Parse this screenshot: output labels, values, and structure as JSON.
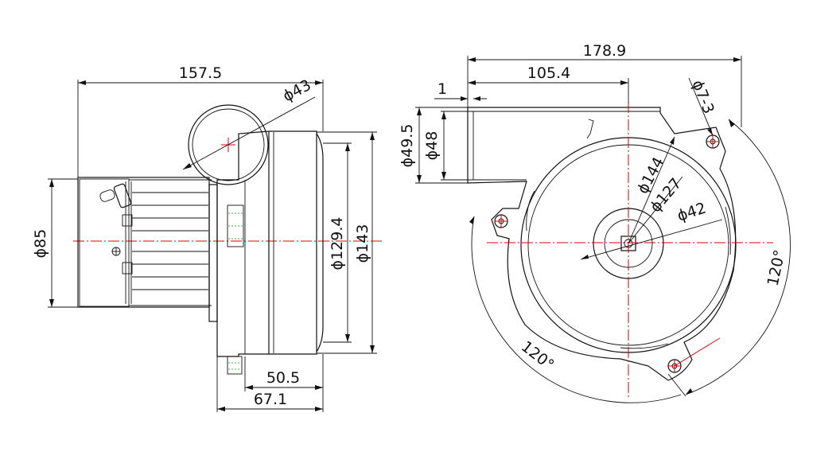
{
  "colors": {
    "lines": "#111111",
    "centerlines": "#e00000",
    "hidden": "#00a000",
    "background": "#ffffff"
  },
  "side_view": {
    "overall_length": "157.5",
    "outlet_diameter": "ϕ43",
    "motor_diameter": "ϕ85",
    "housing_diameter": "ϕ129.4",
    "overall_diameter": "ϕ143",
    "housing_depth": "50.5",
    "total_depth": "67.1"
  },
  "front_view": {
    "overall_width": "178.9",
    "outlet_offset": "105.4",
    "flange_thickness": "1",
    "outlet_outer": "ϕ49.5",
    "outlet_inner": "ϕ48",
    "impeller_diameter": "ϕ144",
    "inner_diameter": "ϕ127",
    "hub_diameter": "ϕ42",
    "mount_holes": "ϕ7-3",
    "angle_right": "120°",
    "angle_bottom": "120°"
  }
}
